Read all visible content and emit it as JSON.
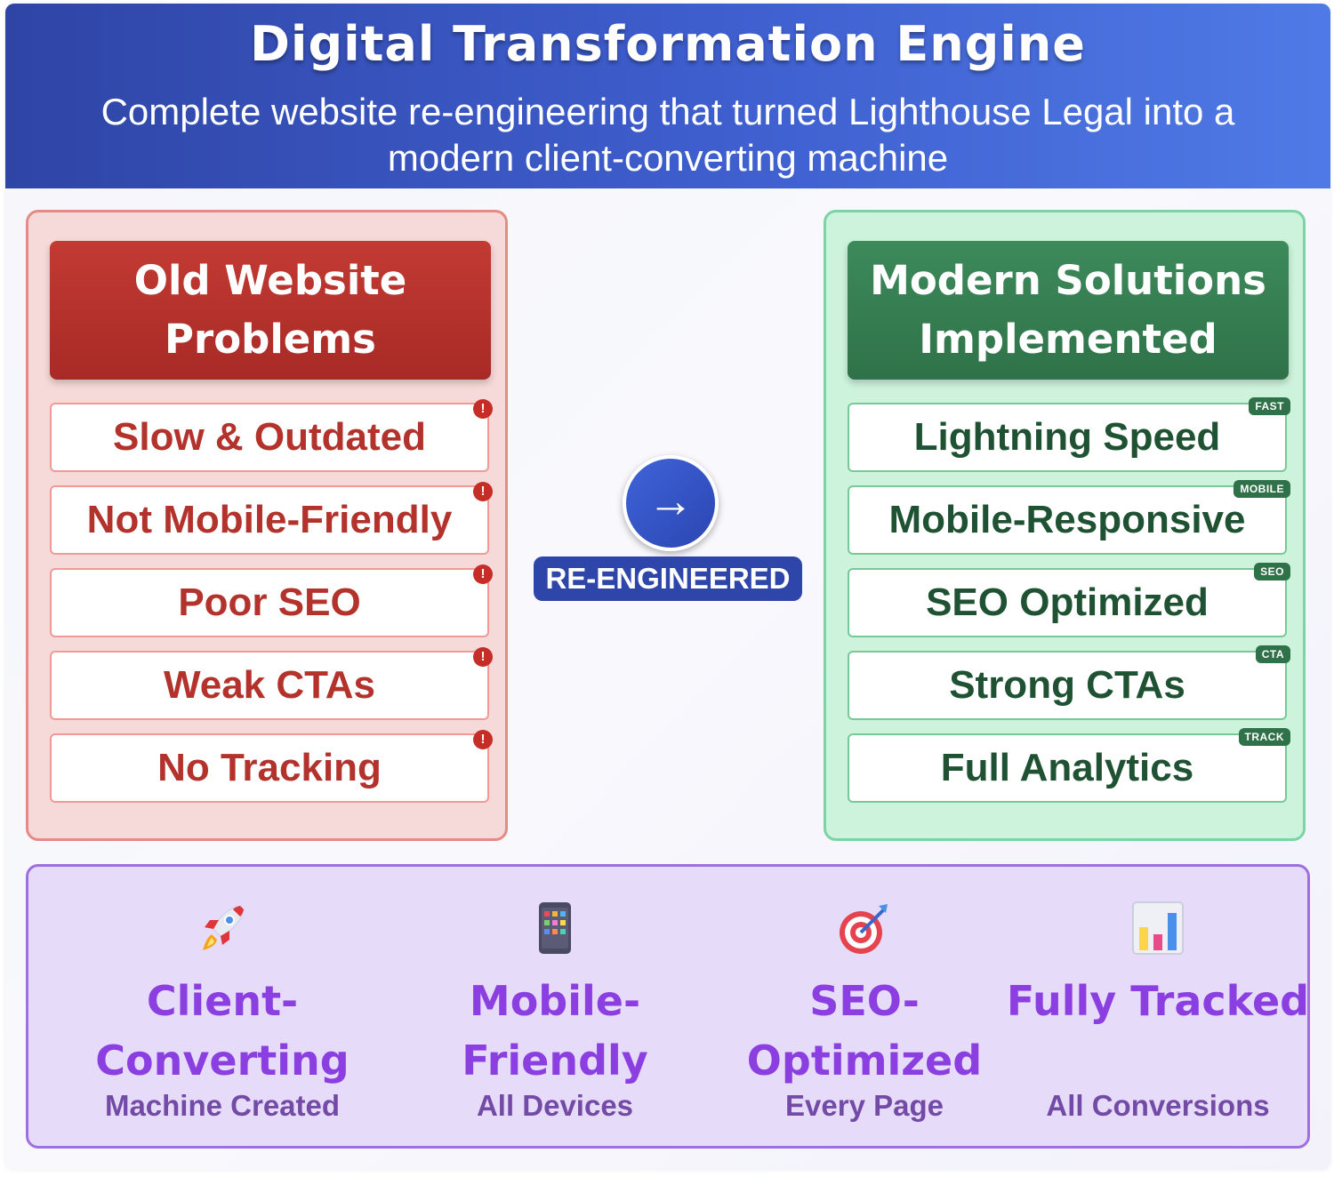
{
  "header": {
    "title": "Digital Transformation Engine",
    "subtitle": "Complete website re-engineering that turned Lighthouse Legal into a modern client-converting machine"
  },
  "problems": {
    "heading": "Old Website Problems",
    "items": [
      {
        "label": "Slow & Outdated",
        "marker": "!"
      },
      {
        "label": "Not Mobile-Friendly",
        "marker": "!"
      },
      {
        "label": "Poor SEO",
        "marker": "!"
      },
      {
        "label": "Weak CTAs",
        "marker": "!"
      },
      {
        "label": "No Tracking",
        "marker": "!"
      }
    ]
  },
  "solutions": {
    "heading": "Modern Solutions Implemented",
    "items": [
      {
        "label": "Lightning Speed",
        "tag": "FAST"
      },
      {
        "label": "Mobile-Responsive",
        "tag": "MOBILE"
      },
      {
        "label": "SEO Optimized",
        "tag": "SEO"
      },
      {
        "label": "Strong CTAs",
        "tag": "CTA"
      },
      {
        "label": "Full Analytics",
        "tag": "TRACK"
      }
    ]
  },
  "transition": {
    "arrow": "→",
    "badge": "RE-ENGINEERED"
  },
  "outcomes": [
    {
      "icon": "rocket-icon",
      "title": "Client-Converting",
      "caption": "Machine Created"
    },
    {
      "icon": "mobile-phone-icon",
      "title": "Mobile-Friendly",
      "caption": "All Devices"
    },
    {
      "icon": "target-icon",
      "title": "SEO-Optimized",
      "caption": "Every Page"
    },
    {
      "icon": "bar-chart-icon",
      "title": "Fully Tracked",
      "caption": "All Conversions"
    }
  ],
  "colors": {
    "header": "#3f5fcf",
    "problem": "#b3332c",
    "solution": "#2f7249",
    "outcome": "#8b3fe0"
  }
}
